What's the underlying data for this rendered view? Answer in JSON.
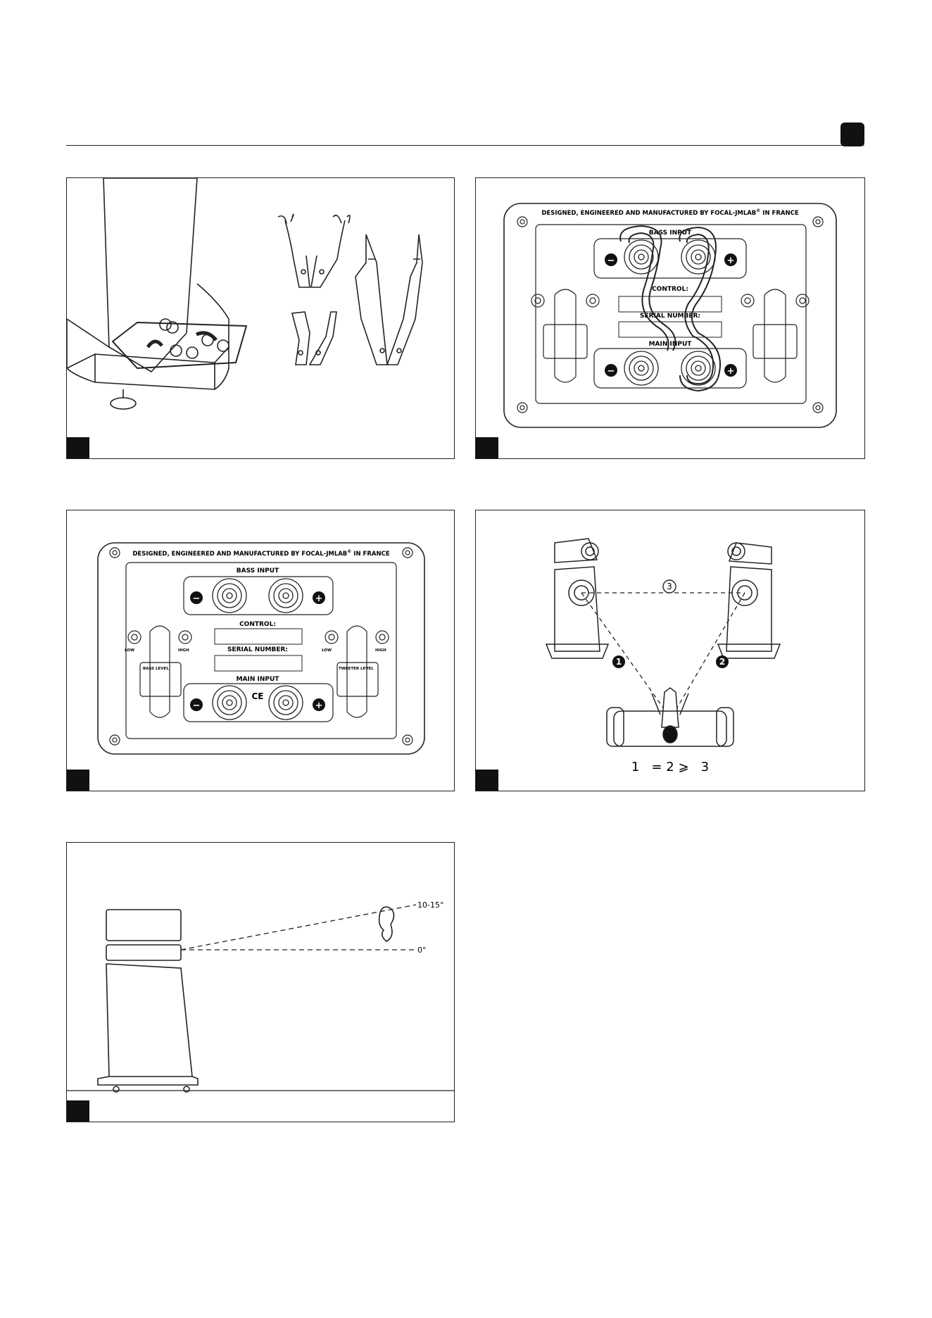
{
  "plate": {
    "maker_line": "DESIGNED, ENGINEERED AND MANUFACTURED BY FOCAL-JMLAB",
    "maker_reg": "®",
    "maker_suffix": "IN FRANCE",
    "bass_input": "BASS INPUT",
    "control": "CONTROL:",
    "serial_number": "SERIAL NUMBER:",
    "main_input": "MAIN INPUT",
    "minus": "−",
    "plus": "+",
    "ce": "CE",
    "low": "LOW",
    "high": "HIGH",
    "bass_level": "BASS LEVEL",
    "tweeter_level": "TWEETER LEVEL"
  },
  "fig2": {
    "bass_input": "BASS INPUT",
    "control": "CONTROL:",
    "serial_number": "SERIAL NUMBER:",
    "main_input": "MAIN INPUT"
  },
  "fig4": {
    "marker1": "1",
    "marker2": "2",
    "marker3": "3",
    "formula": "1   = 2 ⩾   3"
  },
  "fig5": {
    "angle_top": "10-15°",
    "angle_zero": "0°"
  }
}
